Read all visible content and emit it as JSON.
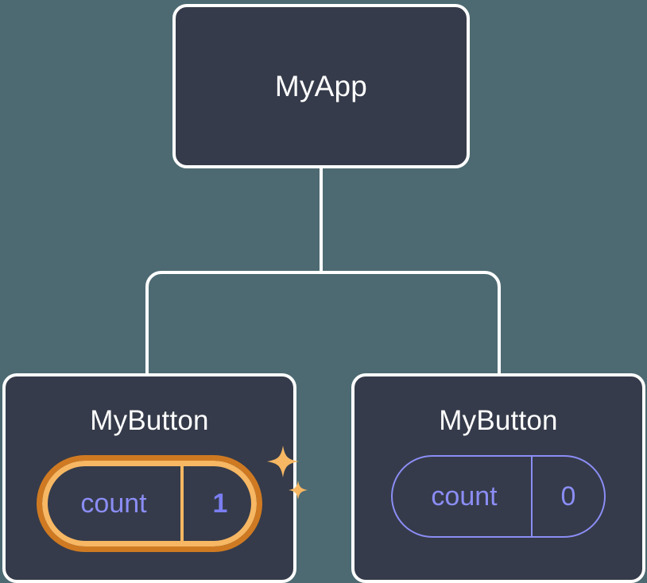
{
  "diagram": {
    "type": "component-tree",
    "background_color": "#4d6a72",
    "node_fill_color": "#353b4a",
    "node_border_color": "#ffffff",
    "connector_color": "#ffffff",
    "state_color": "#8b8df5",
    "highlight_outer_color": "#cf7a22",
    "highlight_inner_color": "#f7b763",
    "sparkle_color": "#f7b763"
  },
  "root": {
    "title": "MyApp"
  },
  "children": [
    {
      "title": "MyButton",
      "state": {
        "key": "count",
        "value": "1",
        "highlighted": true
      }
    },
    {
      "title": "MyButton",
      "state": {
        "key": "count",
        "value": "0",
        "highlighted": false
      }
    }
  ],
  "icons": {
    "sparkle_large": "sparkle-icon",
    "sparkle_small": "sparkle-icon"
  }
}
